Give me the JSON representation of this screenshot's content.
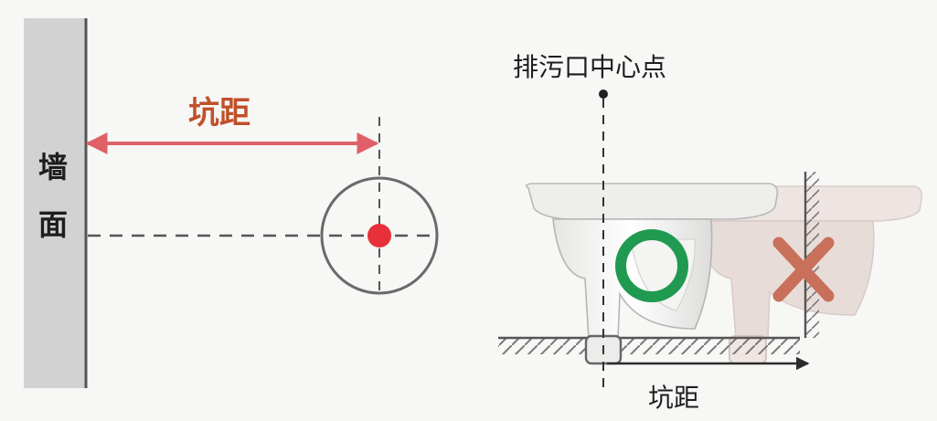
{
  "left_panel": {
    "wall_label_1": "墙",
    "wall_label_2": "面",
    "distance_label": "坑距"
  },
  "right_panel": {
    "drain_center_label": "排污口中心点",
    "distance_label": "坑距",
    "correct_mark_icon": "circle-ok",
    "wrong_mark_icon": "cross-x"
  },
  "colors": {
    "wall": "#d2d2d2",
    "wall_edge": "#555555",
    "distance_arrow": "#e06068",
    "distance_label": "#c0502a",
    "drain_dot": "#e8303a",
    "correct": "#1f9a50",
    "wrong": "#c8705a"
  }
}
